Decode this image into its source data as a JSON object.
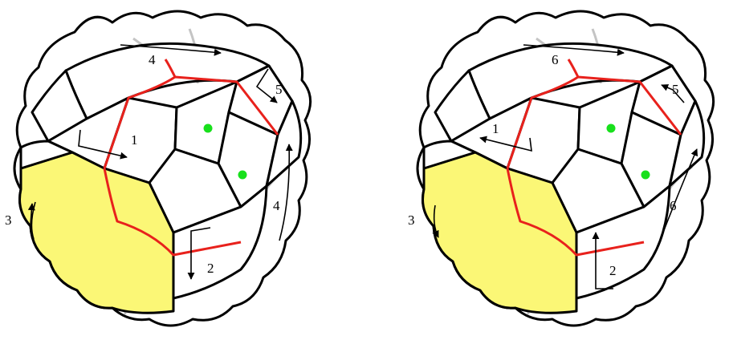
{
  "colors": {
    "background": "#ffffff",
    "cell_fill": "#ffffff",
    "highlight_fill": "#fbf776",
    "edge_stroke": "#000000",
    "path_red": "#e8211c",
    "dot_green": "#18e01c",
    "ghost_grey": "#c4c4c4"
  },
  "panels": [
    {
      "labels": {
        "top": "4",
        "upper_right": "5",
        "center": "1",
        "right": "4",
        "left": "3",
        "bottom": "2"
      }
    },
    {
      "labels": {
        "top": "6",
        "upper_right": "5",
        "center": "1",
        "right": "6",
        "left": "3",
        "bottom": "2"
      }
    }
  ]
}
